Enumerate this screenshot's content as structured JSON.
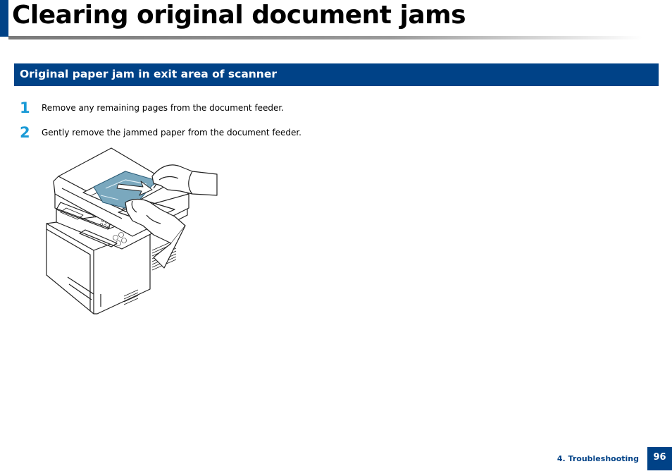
{
  "page": {
    "title": "Clearing original document jams",
    "accent_color": "#004287",
    "step_number_color": "#1a9ad6"
  },
  "section": {
    "title": "Original paper jam in exit area of scanner"
  },
  "steps": [
    {
      "number": "1",
      "text": "Remove any remaining pages from the document feeder."
    },
    {
      "number": "2",
      "text": "Gently remove the jammed paper from the document feeder."
    }
  ],
  "illustration": {
    "subject": "printer-with-hands-removing-jammed-paper-icon"
  },
  "footer": {
    "section_label": "4. Troubleshooting",
    "page_number": "96"
  }
}
